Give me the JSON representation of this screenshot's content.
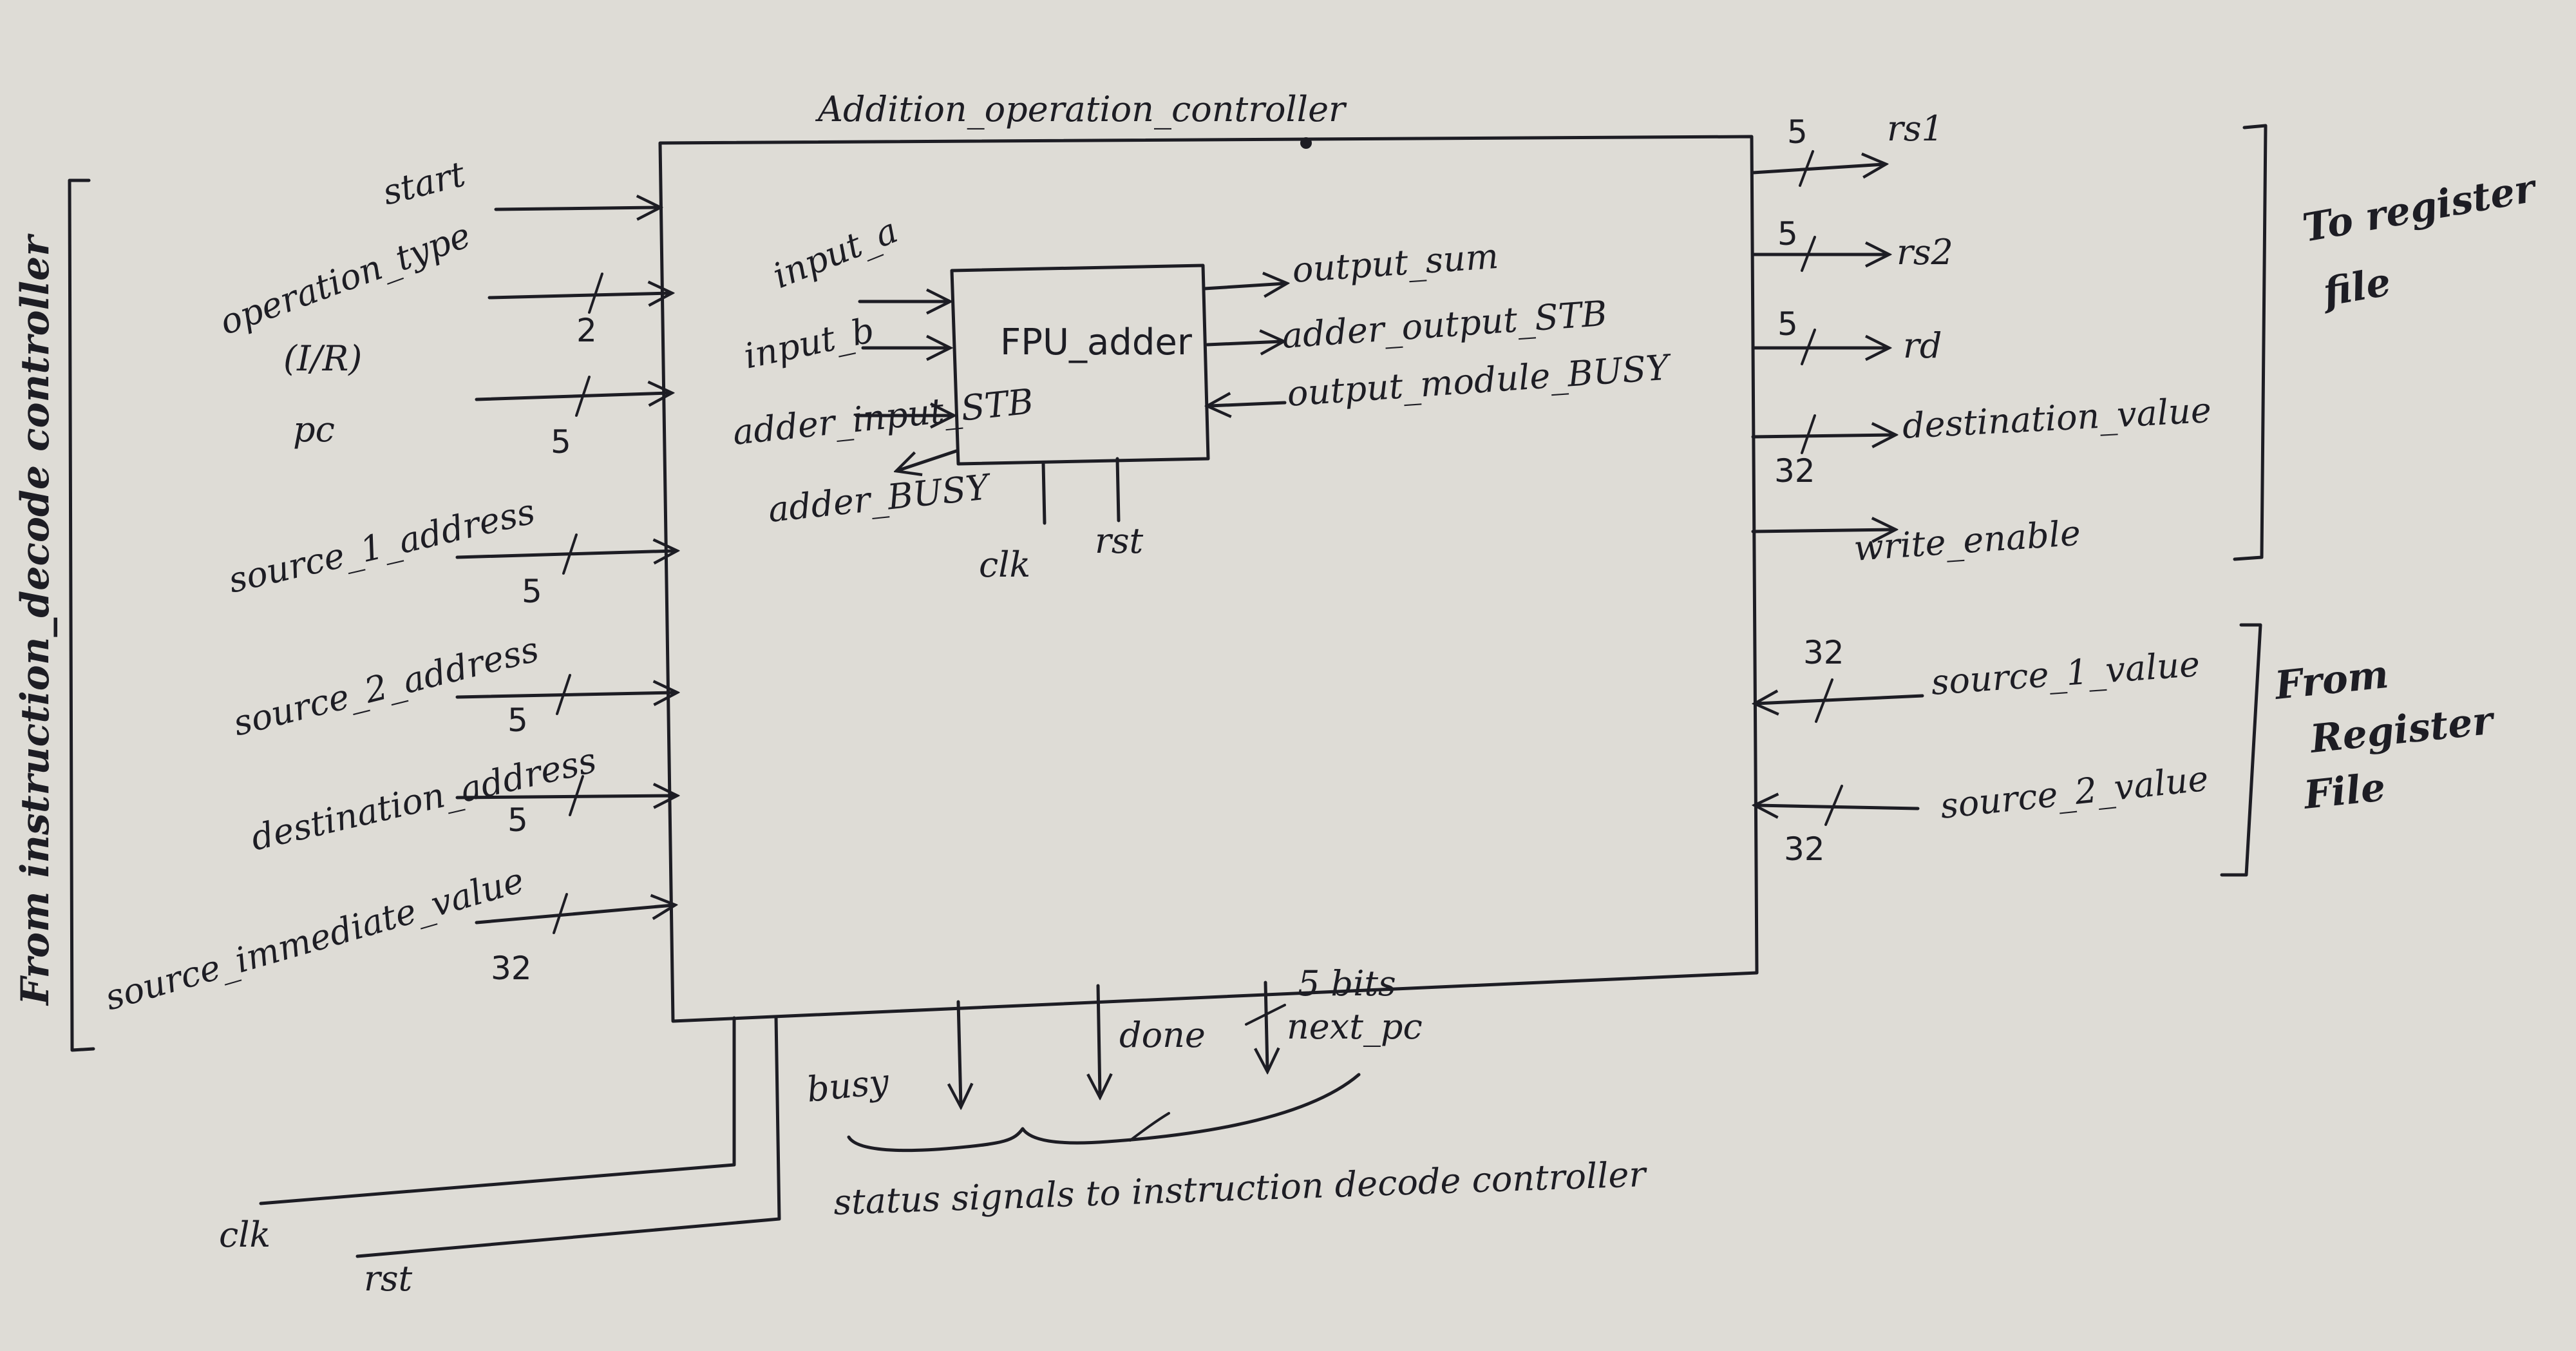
{
  "title": "Addition_operation_controller",
  "fpu": {
    "name": "FPU_adder",
    "inputs": [
      "input_a",
      "input_b",
      "adder_input_STB"
    ],
    "adder_busy": "adder_BUSY",
    "outputs": [
      "output_sum",
      "adder_output_STB"
    ],
    "output_busy": "output_module_BUSY",
    "clk": "clk",
    "rst": "rst"
  },
  "left_group": "From instruction_decode controller",
  "left_inputs": [
    {
      "label": "start",
      "width": ""
    },
    {
      "label": "operation_type",
      "sub": "(I/R)",
      "width": "2"
    },
    {
      "label": "pc",
      "width": "5"
    },
    {
      "label": "source_1_address",
      "width": "5"
    },
    {
      "label": "source_2_address",
      "width": "5"
    },
    {
      "label": "destination_address",
      "width": "5"
    },
    {
      "label": "source_immediate_value",
      "width": "32"
    }
  ],
  "right_outputs": [
    {
      "label": "rs1",
      "width": "5"
    },
    {
      "label": "rs2",
      "width": "5"
    },
    {
      "label": "rd",
      "width": "5"
    },
    {
      "label": "destination_value",
      "width": "32"
    },
    {
      "label": "write_enable",
      "width": ""
    }
  ],
  "right_out_group": [
    "To register",
    "file"
  ],
  "right_inputs": [
    {
      "label": "source_1_value",
      "width": "32"
    },
    {
      "label": "source_2_value",
      "width": "32"
    }
  ],
  "right_in_group": [
    "From",
    "Register",
    "File"
  ],
  "bottom_outputs": [
    {
      "label": "busy",
      "width": ""
    },
    {
      "label": "done",
      "width": ""
    },
    {
      "label": "next_pc",
      "width": "5 bits"
    }
  ],
  "status_caption": "status signals to instruction decode controller",
  "bottom_inputs": [
    "clk",
    "rst"
  ]
}
